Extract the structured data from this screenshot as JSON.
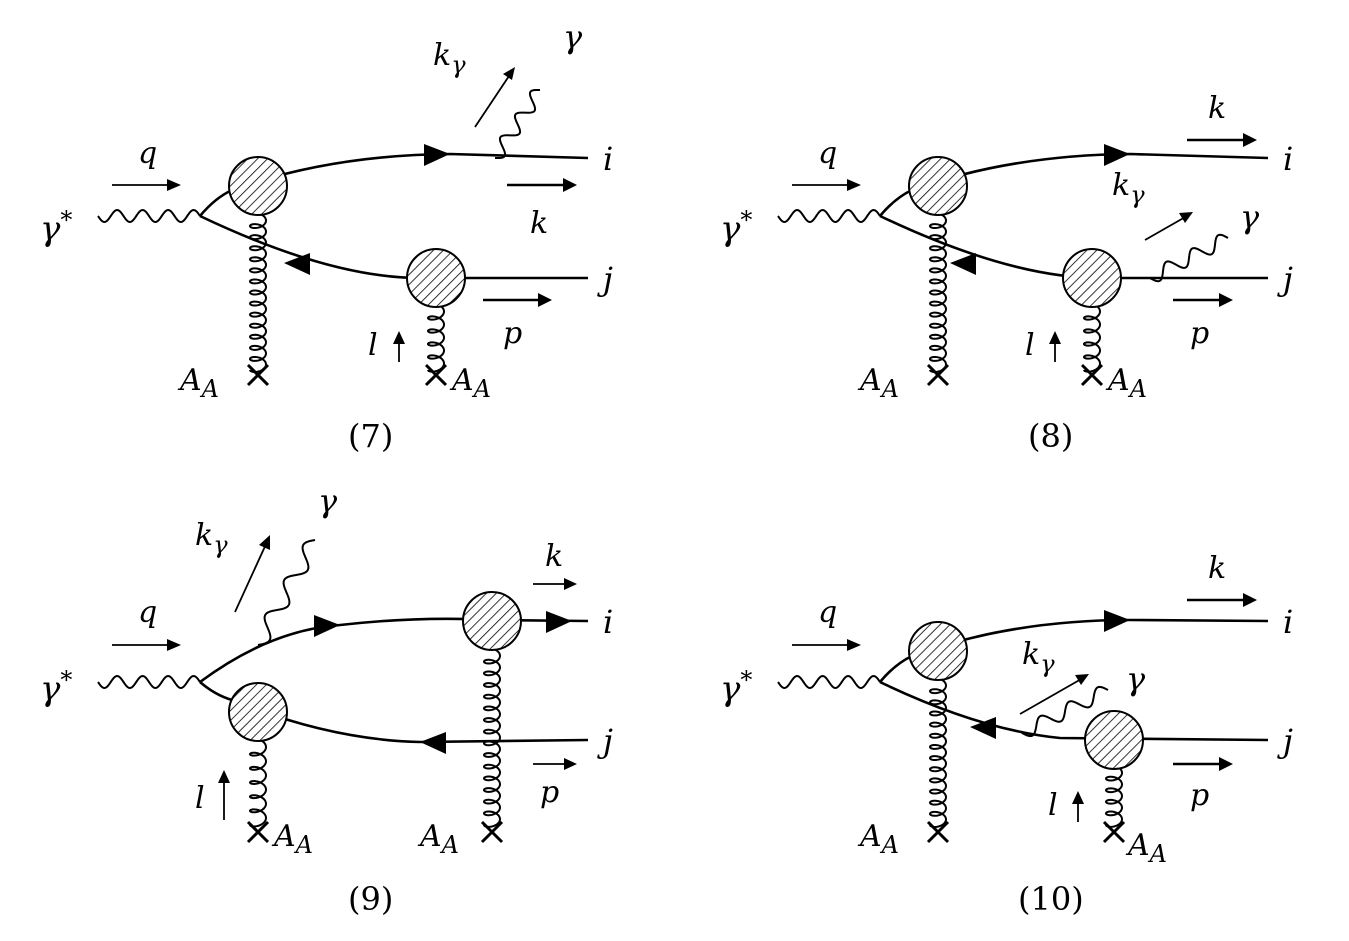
{
  "diagrams": [
    {
      "caption": "(7)",
      "labels": {
        "photon_in": "γ*",
        "photon_in_sup": "*",
        "q": "q",
        "k_gamma": "k",
        "k_gamma_sub": "γ",
        "photon_out": "γ",
        "quark_i": "i",
        "quark_j": "j",
        "k": "k",
        "p": "p",
        "l": "l",
        "A_left": "A",
        "A_left_sub": "A",
        "A_right": "A",
        "A_right_sub": "A"
      }
    },
    {
      "caption": "(8)",
      "labels": {
        "photon_in": "γ*",
        "photon_in_sup": "*",
        "q": "q",
        "k_gamma": "k",
        "k_gamma_sub": "γ",
        "photon_out": "γ",
        "quark_i": "i",
        "quark_j": "j",
        "k": "k",
        "p": "p",
        "l": "l",
        "A_left": "A",
        "A_left_sub": "A",
        "A_right": "A",
        "A_right_sub": "A"
      }
    },
    {
      "caption": "(9)",
      "labels": {
        "photon_in": "γ*",
        "photon_in_sup": "*",
        "q": "q",
        "k_gamma": "k",
        "k_gamma_sub": "γ",
        "photon_out": "γ",
        "quark_i": "i",
        "quark_j": "j",
        "k": "k",
        "p": "p",
        "l": "l",
        "A_left": "A",
        "A_left_sub": "A",
        "A_right": "A",
        "A_right_sub": "A"
      }
    },
    {
      "caption": "(10)",
      "labels": {
        "photon_in": "γ*",
        "photon_in_sup": "*",
        "q": "q",
        "k_gamma": "k",
        "k_gamma_sub": "γ",
        "photon_out": "γ",
        "quark_i": "i",
        "quark_j": "j",
        "k": "k",
        "p": "p",
        "l": "l",
        "A_left": "A",
        "A_left_sub": "A",
        "A_right": "A",
        "A_right_sub": "A"
      }
    }
  ]
}
